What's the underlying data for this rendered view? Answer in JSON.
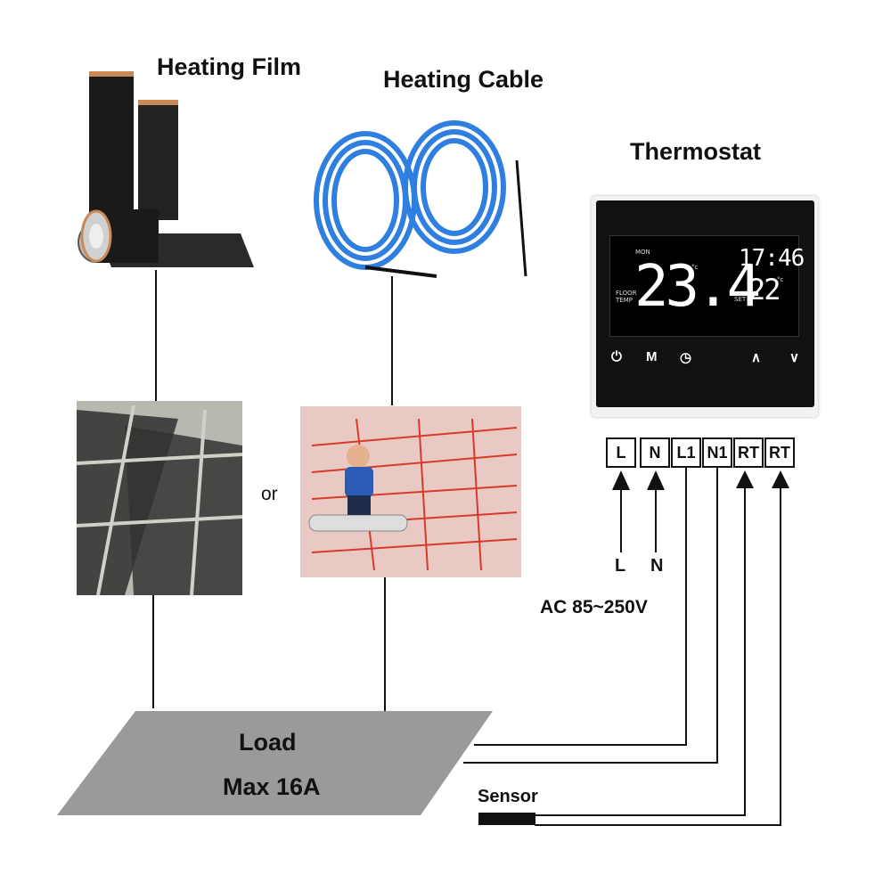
{
  "titles": {
    "heating_film": "Heating Film",
    "heating_cable": "Heating Cable",
    "thermostat": "Thermostat"
  },
  "or_text": "or",
  "terminals": [
    "L",
    "N",
    "L1",
    "N1",
    "RT",
    "RT"
  ],
  "power": {
    "label_L": "L",
    "label_N": "N",
    "range": "AC 85~250V"
  },
  "load": {
    "title": "Load",
    "max": "Max 16A"
  },
  "sensor": "Sensor",
  "thermostat_display": {
    "day": "MON",
    "floor_label_1": "FLOOR",
    "floor_label_2": "TEMP",
    "floor_temp": "23.4",
    "deg_c_1": "°c",
    "time": "17:46",
    "set_label": "SET",
    "set_temp": "22",
    "deg_c_2": "°c",
    "buttons": [
      "⏻",
      "M",
      "◷",
      "∧",
      "∨"
    ]
  },
  "colors": {
    "cable_blue": "#2f7fe0",
    "film_black": "#1a1a1a",
    "film_copper": "#c98a5a",
    "load_gray": "#9a9a9a",
    "floor_pink": "#e9c9c4",
    "cable_red": "#d83a2a"
  }
}
